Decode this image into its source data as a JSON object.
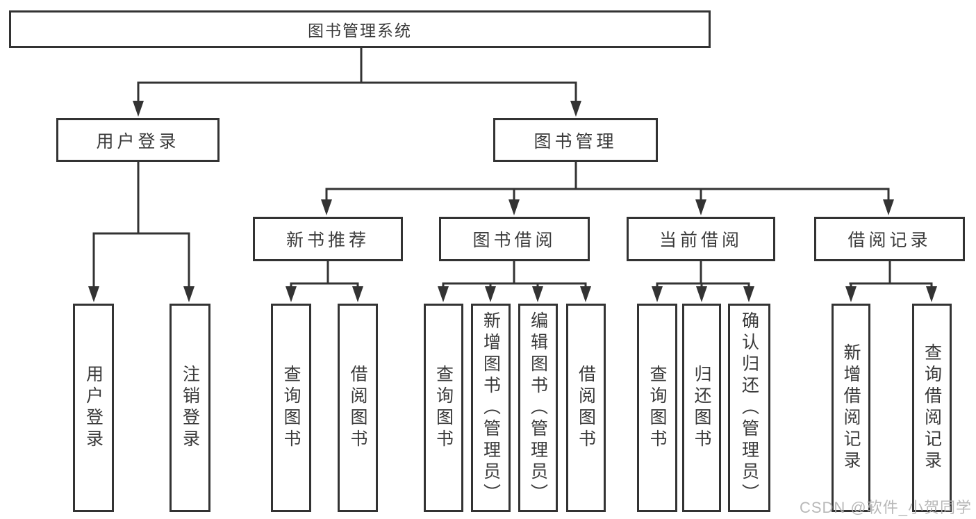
{
  "diagram": {
    "type": "hierarchy-diagram",
    "root": {
      "label": "图书管理系统",
      "children": [
        {
          "label": "用户登录",
          "children": [
            {
              "label": "用户登录"
            },
            {
              "label": "注销登录"
            }
          ]
        },
        {
          "label": "图书管理",
          "children": [
            {
              "label": "新书推荐",
              "children": [
                {
                  "label": "查询图书"
                },
                {
                  "label": "借阅图书"
                }
              ]
            },
            {
              "label": "图书借阅",
              "children": [
                {
                  "label": "查询图书"
                },
                {
                  "label": "新增图书（管理员）"
                },
                {
                  "label": "编辑图书（管理员）"
                },
                {
                  "label": "借阅图书"
                }
              ]
            },
            {
              "label": "当前借阅",
              "children": [
                {
                  "label": "查询图书"
                },
                {
                  "label": "归还图书"
                },
                {
                  "label": "确认归还（管理员）"
                }
              ]
            },
            {
              "label": "借阅记录",
              "children": [
                {
                  "label": "新增借阅记录"
                },
                {
                  "label": "查询借阅记录"
                }
              ]
            }
          ]
        }
      ]
    }
  },
  "watermark": {
    "text": "CSDN @软件_小贺同学"
  },
  "colors": {
    "line": "#333333",
    "text": "#3a3a3a",
    "background": "#ffffff",
    "watermark": "#b2b2b2"
  }
}
